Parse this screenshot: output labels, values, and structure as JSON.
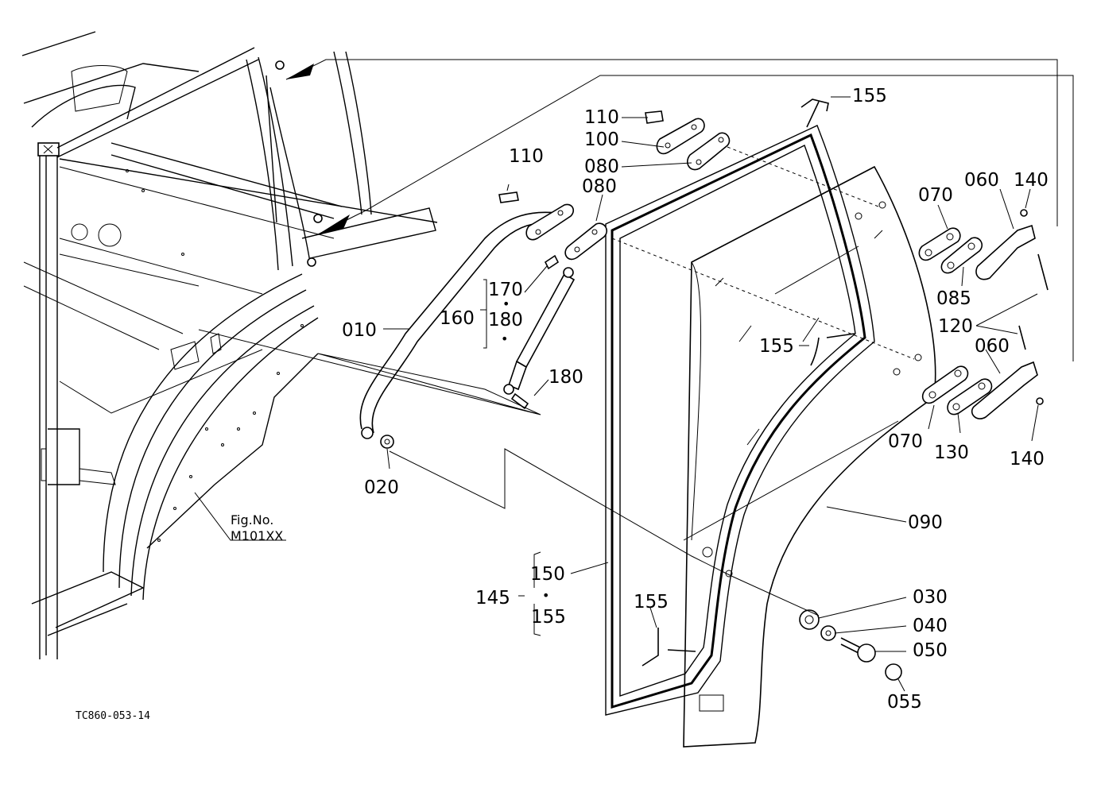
{
  "labels": {
    "p155_top": "155",
    "p110_a": "110",
    "p100": "100",
    "p080_a": "080",
    "p110_b": "110",
    "p080_b": "080",
    "p070_a": "070",
    "p060_a": "060",
    "p140_a": "140",
    "p085": "085",
    "p120": "120",
    "p060_b": "060",
    "p170": "170",
    "p160": "160",
    "p180_a": "180",
    "p010": "010",
    "p180_b": "180",
    "p155_mid": "155",
    "p070_b": "070",
    "p130": "130",
    "p140_b": "140",
    "p020": "020",
    "p090": "090",
    "p150": "150",
    "p145": "145",
    "p155_low": "155",
    "p155_bot": "155",
    "p030": "030",
    "p040": "040",
    "p050": "050",
    "p055": "055"
  },
  "figref": {
    "line1": "Fig.No.",
    "line2": "M101XX"
  },
  "drawing_code": "TC860-053-14",
  "dot": "•"
}
